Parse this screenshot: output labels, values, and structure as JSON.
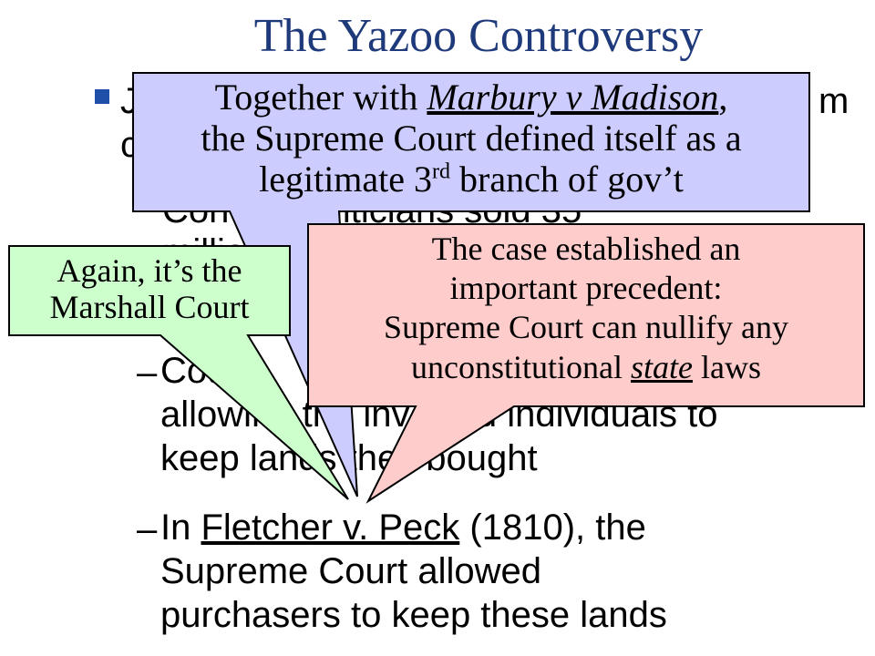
{
  "slide": {
    "title": "The Yazoo Controversy"
  },
  "main_bullet": {
    "line1_start": "J",
    "line1_end": "m",
    "line2_start": "c"
  },
  "sub_bullets": {
    "partial_line_a": "Corrupt politicians sold 35",
    "partial_line_b": "million",
    "item2": {
      "dash": "–",
      "line1_start": "Courts",
      "line2": "allowing the involved individuals to",
      "line3": "keep lands they bought"
    },
    "item3": {
      "dash": "–",
      "prefix": "In ",
      "case_name": "Fletcher v. Peck",
      "rest_line1": " (1810), the",
      "line2": "Supreme Court allowed",
      "line3": "purchasers to keep these lands"
    }
  },
  "callouts": {
    "blue": {
      "line1_prefix": "Together with ",
      "line1_case": "Marbury v Madison",
      "line1_suffix": ",",
      "line2": "the Supreme Court defined itself as a",
      "line3_prefix": "legitimate 3",
      "line3_sup": "rd",
      "line3_suffix": " branch of gov’t",
      "fill": "#ccccff"
    },
    "green": {
      "line1": "Again, it’s the",
      "line2": "Marshall Court",
      "fill": "#ccffcc"
    },
    "pink": {
      "line1": "The case established an",
      "line2": "important precedent:",
      "line3": "Supreme Court can nullify any",
      "line4_prefix": "unconstitutional ",
      "line4_emph": "state",
      "line4_suffix": " laws",
      "fill": "#ffcccc"
    }
  },
  "colors": {
    "title": "#1f3a7a",
    "bullet": "#1f4fa8",
    "text": "#000000"
  }
}
